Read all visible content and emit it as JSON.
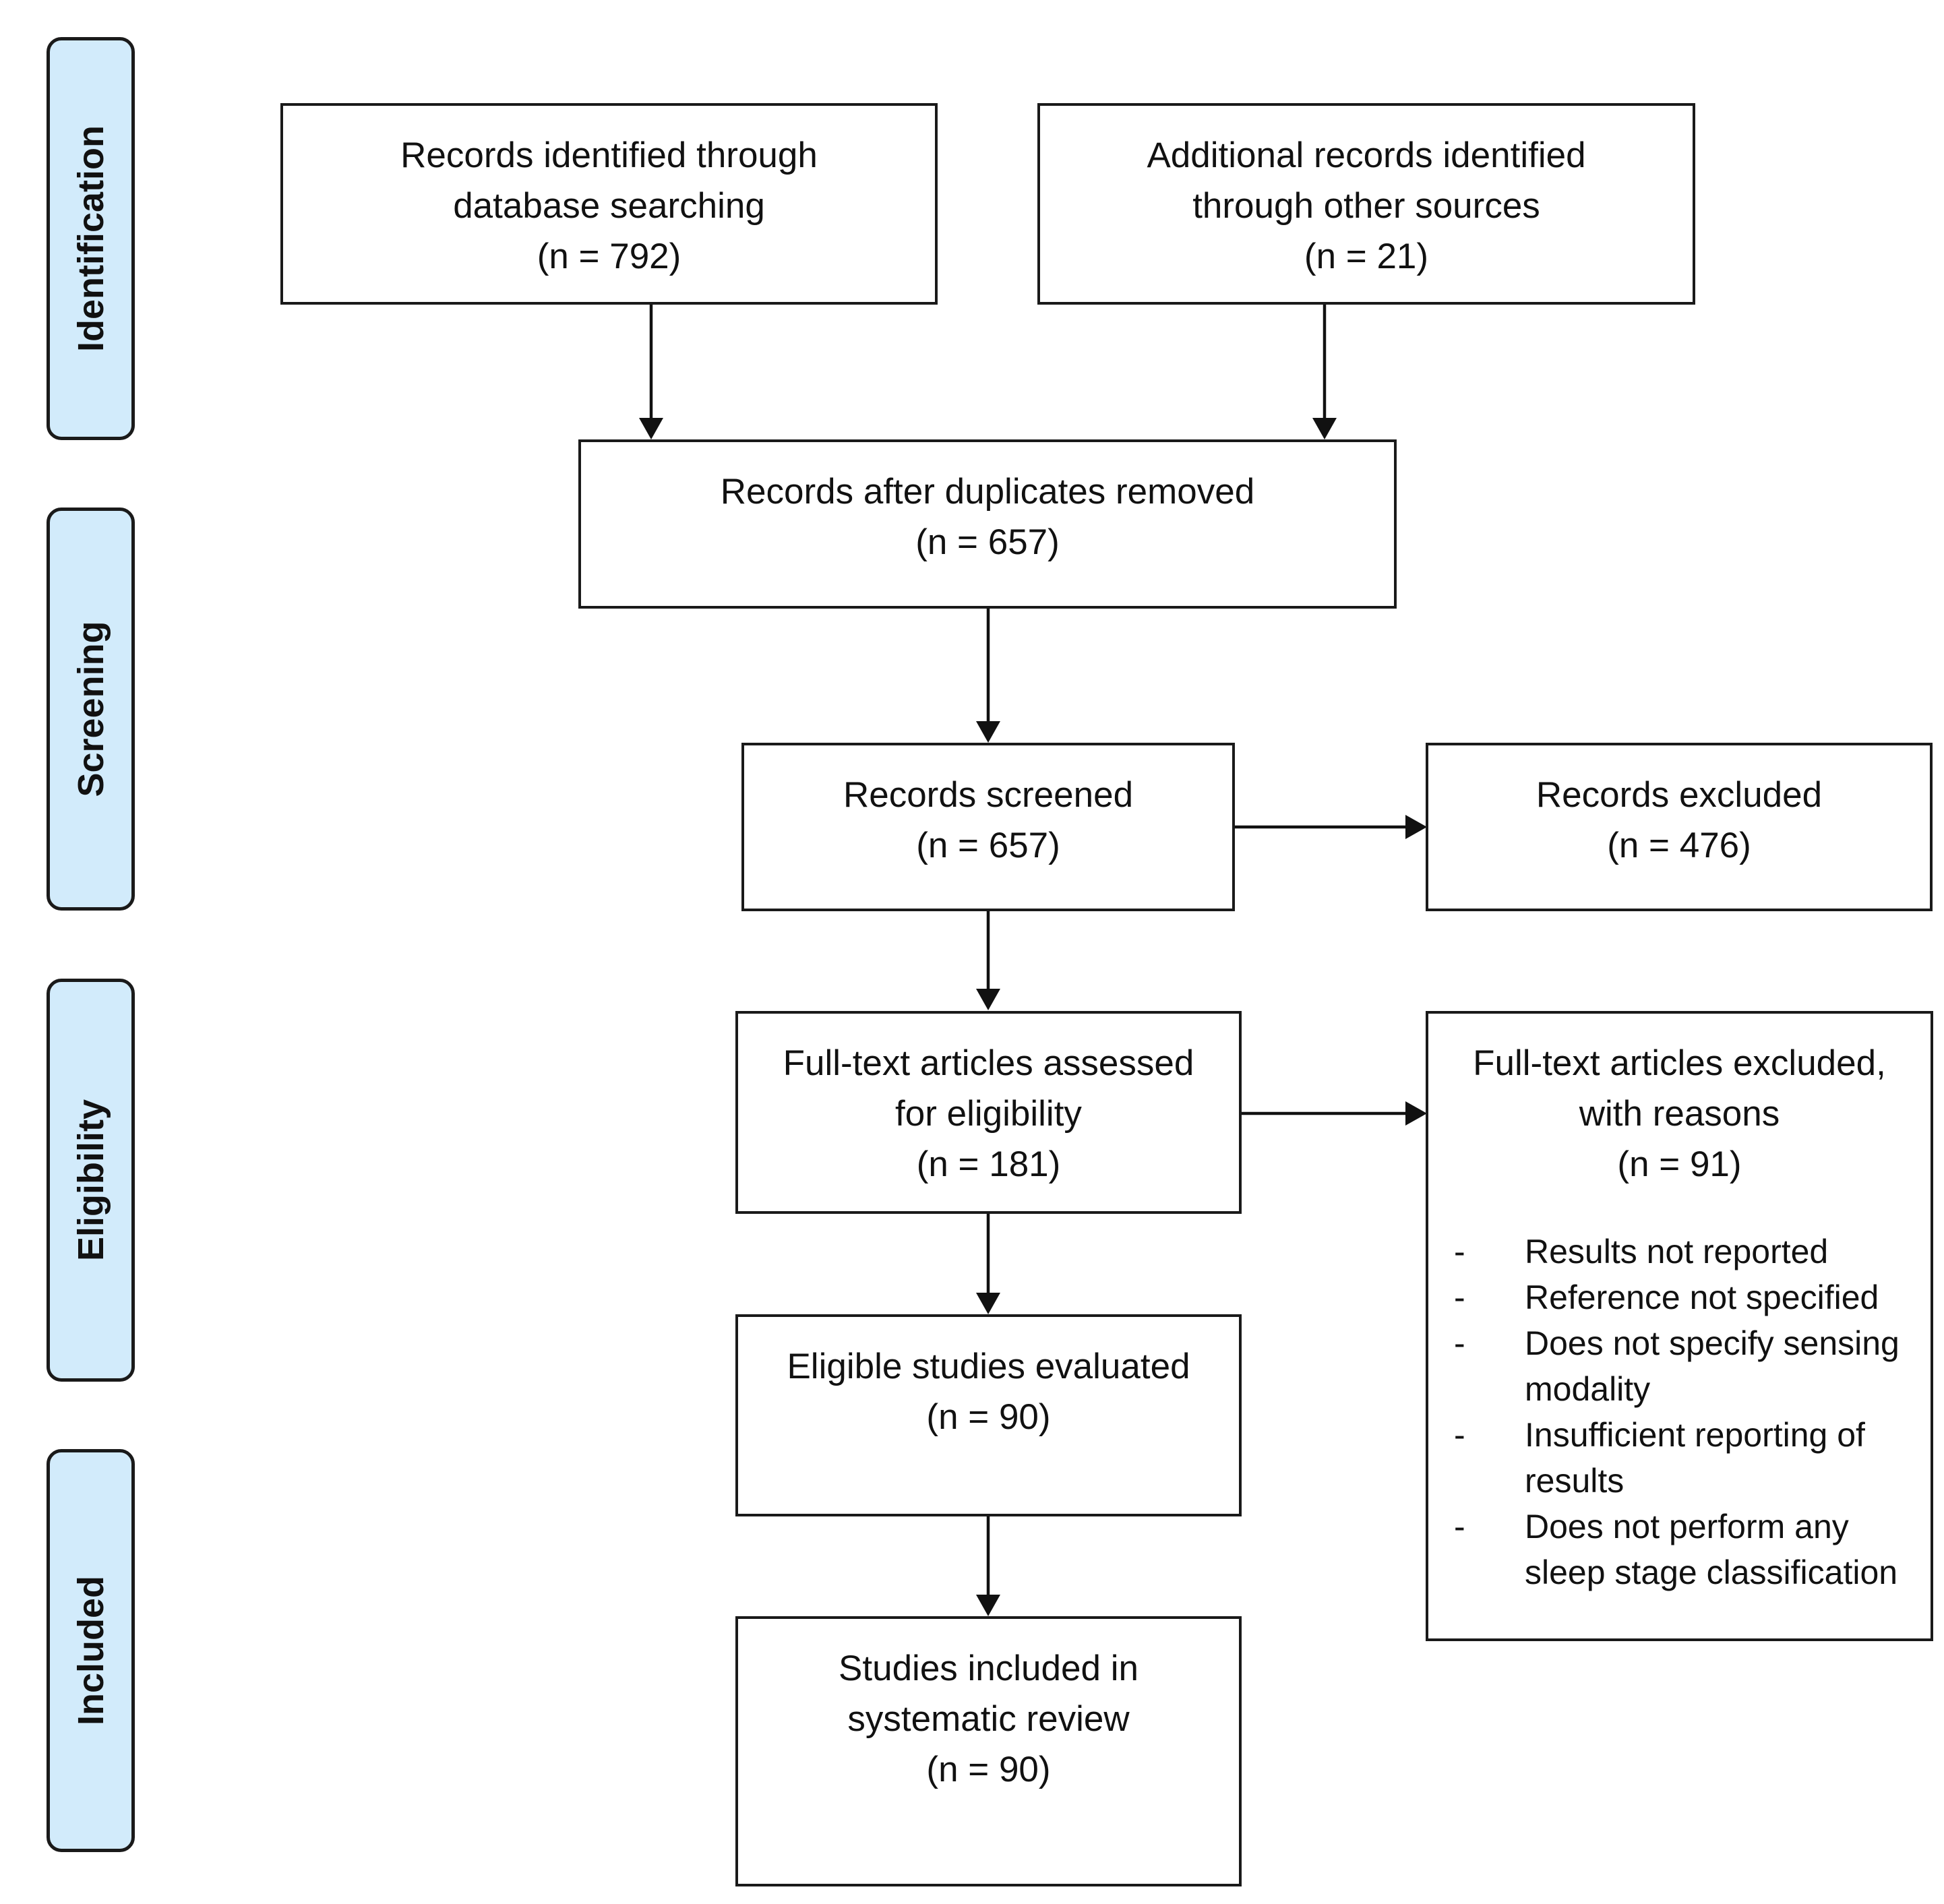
{
  "stages": [
    {
      "id": "identification",
      "label": "Identification"
    },
    {
      "id": "screening",
      "label": "Screening"
    },
    {
      "id": "eligibility",
      "label": "Eligibility"
    },
    {
      "id": "included",
      "label": "Included"
    }
  ],
  "boxes": {
    "database_search": {
      "title": "Records identified through database searching",
      "count": "(n =  792)"
    },
    "other_sources": {
      "title": "Additional records identified through other sources",
      "count": "(n = 21)"
    },
    "duplicates_removed": {
      "title": "Records after duplicates removed",
      "count": "(n = 657)"
    },
    "screened": {
      "title": "Records screened",
      "count": "(n = 657)"
    },
    "excluded": {
      "title": "Records excluded",
      "count": "(n = 476)"
    },
    "fulltext_assessed": {
      "title": "Full-text articles assessed for eligibility",
      "count": "(n = 181)"
    },
    "fulltext_excluded": {
      "title": "Full-text articles excluded, with reasons",
      "count": "(n = 91)",
      "reasons": [
        "Results not reported",
        "Reference not specified",
        "Does not specify sensing modality",
        "Insufficient reporting of results",
        "Does not perform any sleep stage classification"
      ]
    },
    "eligible_evaluated": {
      "title": "Eligible studies evaluated",
      "count": "(n = 90)"
    },
    "included_review": {
      "title": "Studies included in systematic review",
      "count": "(n = 90)"
    }
  }
}
